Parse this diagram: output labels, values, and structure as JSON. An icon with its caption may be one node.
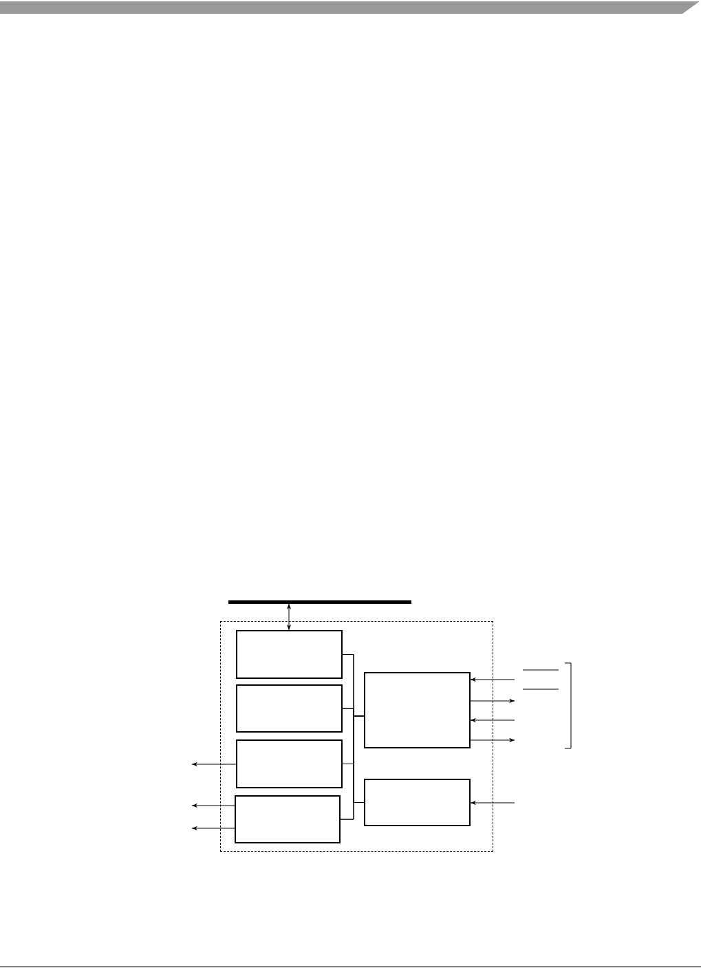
{
  "diagram": {
    "nodes": [
      {
        "text": [],
        "shape": "bar"
      },
      {
        "text": [],
        "shape": "box"
      },
      {
        "text": [],
        "shape": "box",
        "in": 1
      },
      {
        "text": [],
        "shape": "box",
        "in": 1
      },
      {
        "text": [],
        "shape": "box",
        "in": 1
      },
      {
        "text": [],
        "shape": "box",
        "in": 1
      },
      {
        "text": [],
        "shape": "box",
        "in": 1
      },
      {
        "text": [],
        "shape": "box",
        "in": 1
      }
    ],
    "edges": [
      {
        "from": 0,
        "to": 2,
        "arrow": "both"
      },
      {
        "from": 2,
        "to": 6,
        "arrow": "none"
      },
      {
        "from": 3,
        "to": 6,
        "arrow": "none"
      },
      {
        "from": 4,
        "to": 6,
        "arrow": "none"
      },
      {
        "from": 5,
        "to": 6,
        "arrow": "none"
      },
      {
        "from": 2,
        "to": 7,
        "arrow": "none"
      },
      {
        "from": 3,
        "to": 7,
        "arrow": "none"
      },
      {
        "from": 4,
        "to": 7,
        "arrow": "none"
      },
      {
        "from": 5,
        "to": 7,
        "arrow": "none"
      },
      {
        "from": 4,
        "to": null,
        "arrow": "to"
      },
      {
        "from": 5,
        "to": null,
        "arrow": "to"
      },
      {
        "from": 5,
        "to": null,
        "arrow": "to"
      },
      {
        "from": null,
        "to": 6,
        "arrow": "to"
      },
      {
        "from": 6,
        "to": null,
        "arrow": "to"
      },
      {
        "from": null,
        "to": 6,
        "arrow": "to"
      },
      {
        "from": 6,
        "to": null,
        "arrow": "to"
      },
      {
        "from": null,
        "to": 7,
        "arrow": "to"
      }
    ]
  }
}
